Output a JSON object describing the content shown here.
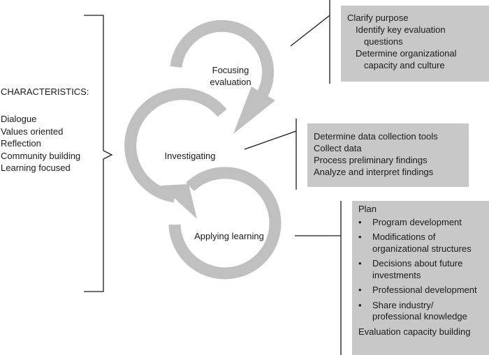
{
  "characteristics": {
    "title": "CHARACTERISTICS:",
    "items": [
      "Dialogue",
      "Values oriented",
      "Reflection",
      "Community building",
      "Learning focused"
    ]
  },
  "stages": {
    "focusing": {
      "line1": "Focusing",
      "line2": "evaluation"
    },
    "investigating": {
      "label": "Investigating"
    },
    "applying": {
      "label": "Applying learning"
    }
  },
  "boxes": {
    "focusing": [
      "Clarify purpose",
      "Identify key evaluation questions",
      "Determine organizational capacity and culture"
    ],
    "investigating": [
      "Determine data collection tools",
      "Collect data",
      "Process preliminary findings",
      "Analyze and interpret findings"
    ],
    "applying": {
      "heading": "Plan",
      "bullet": "•",
      "items": [
        "Program development",
        "Modifications of organizational structures",
        "Decisions about future investments",
        "Professional development",
        "Share industry/ professional knowledge"
      ],
      "footer": "Evaluation capacity building"
    }
  },
  "colors": {
    "arrow": "#c0c0c0",
    "box": "#c8c8c8",
    "line": "#1a1a1a"
  }
}
